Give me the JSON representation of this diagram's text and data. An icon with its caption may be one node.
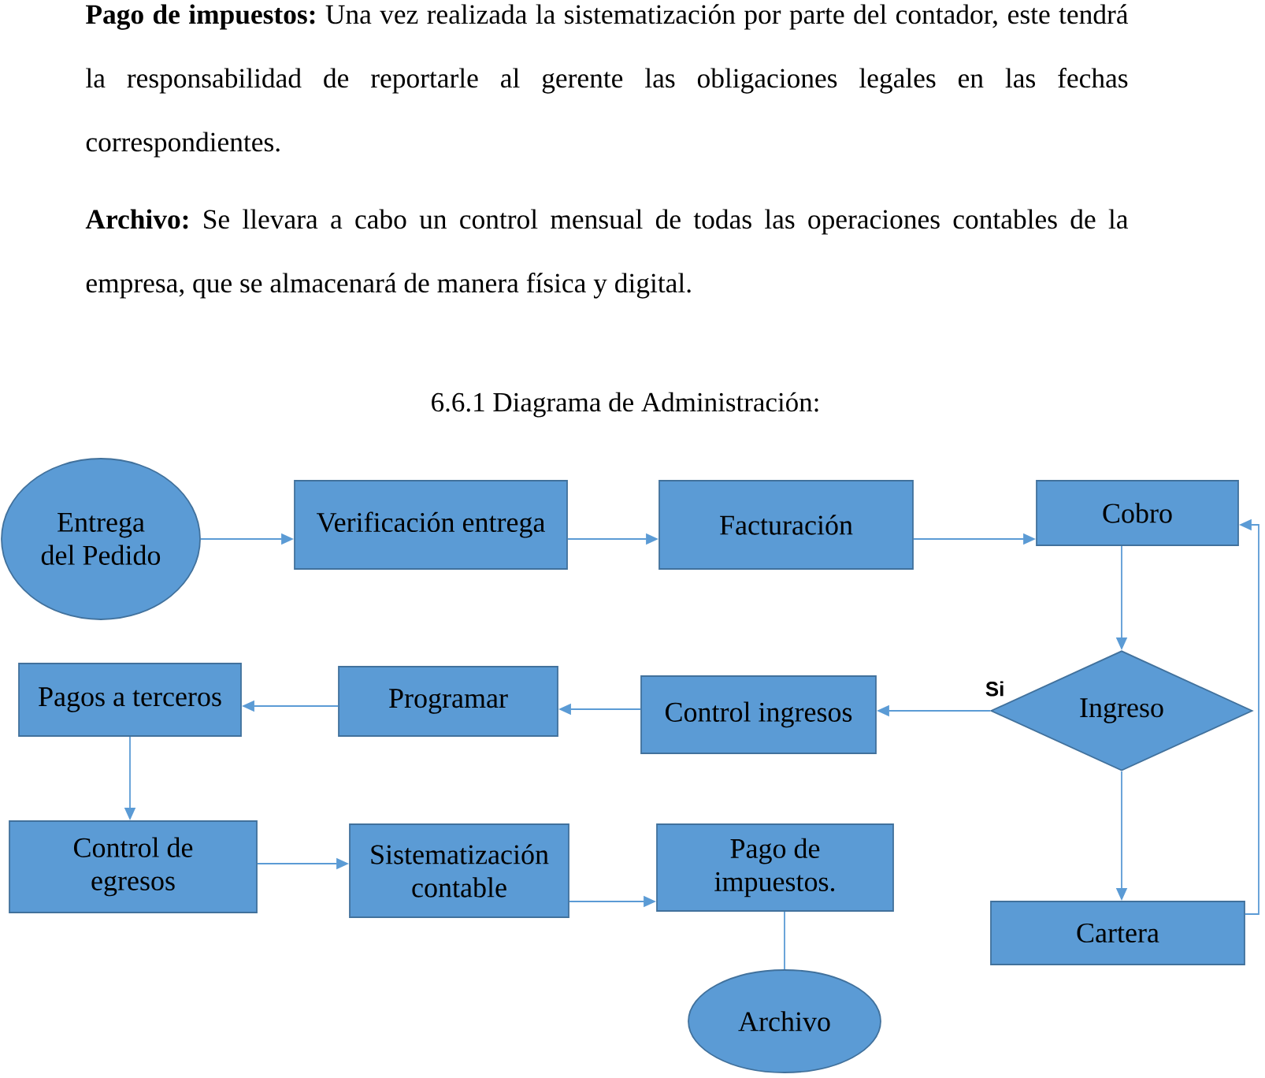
{
  "diagram": {
    "title": "6.6.1 Diagrama de Administración:",
    "nodes": [
      {
        "text": [
          "Entrega del Pedido"
        ]
      },
      {
        "text": [
          "Verificación entrega"
        ]
      },
      {
        "text": [
          "Facturación"
        ]
      },
      {
        "text": [
          "Cobro"
        ]
      },
      {
        "text": [
          "Ingreso"
        ]
      },
      {
        "text": [
          "Control ingresos"
        ]
      },
      {
        "text": [
          "Programar"
        ]
      },
      {
        "text": [
          "Pagos a terceros"
        ]
      },
      {
        "text": [
          "Control de egresos"
        ]
      },
      {
        "text": [
          "Sistematización contable"
        ]
      },
      {
        "text": [
          "Pago de impuestos."
        ]
      },
      {
        "text": [
          "Archivo"
        ]
      },
      {
        "text": [
          "Cartera"
        ]
      }
    ],
    "edges": [
      {
        "from": 0,
        "to": 1,
        "arrow": "to"
      },
      {
        "from": 1,
        "to": 2,
        "arrow": "to"
      },
      {
        "from": 2,
        "to": 3,
        "arrow": "to"
      },
      {
        "from": 3,
        "to": 4,
        "arrow": "to"
      },
      {
        "from": 4,
        "to": 5,
        "arrow": "to",
        "label": "Si"
      },
      {
        "from": 5,
        "to": 6,
        "arrow": "to"
      },
      {
        "from": 6,
        "to": 7,
        "arrow": "to"
      },
      {
        "from": 7,
        "to": 8,
        "arrow": "to"
      },
      {
        "from": 8,
        "to": 9,
        "arrow": "to"
      },
      {
        "from": 9,
        "to": 10,
        "arrow": "to"
      },
      {
        "from": 10,
        "to": 11,
        "arrow": "none"
      },
      {
        "from": 4,
        "to": 12,
        "arrow": "to"
      },
      {
        "from": 12,
        "to": 3,
        "arrow": "to"
      }
    ],
    "labels": [
      "**Pago de impuestos:** Una vez realizada la sistematización por parte del contador, este tendrá la responsabilidad de reportarle al gerente las obligaciones legales en las fechas correspondientes.",
      "**Archivo:** Se llevara a cabo un control mensual de todas las operaciones contables de la empresa, que se almacenará de manera física y digital."
    ]
  }
}
